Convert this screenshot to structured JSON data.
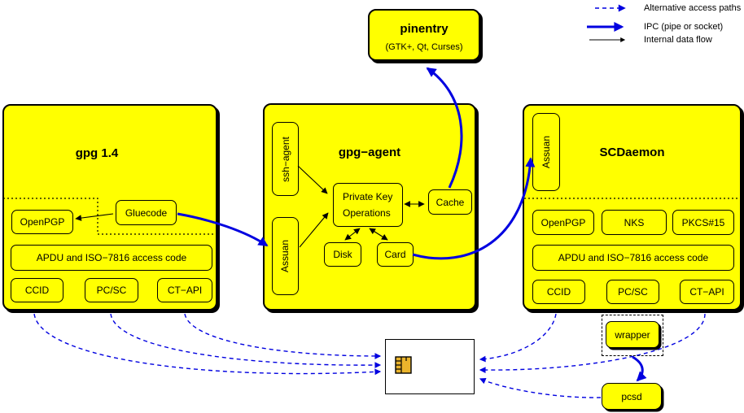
{
  "legend": {
    "items": [
      {
        "label": "Alternative access paths",
        "style": "dashed-blue"
      },
      {
        "label": "IPC (pipe or socket)",
        "style": "solid-blue-thick"
      },
      {
        "label": "Internal data flow",
        "style": "solid-black"
      }
    ]
  },
  "pinentry": {
    "title": "pinentry",
    "subtitle": "(GTK+, Qt, Curses)"
  },
  "gpg14": {
    "title": "gpg 1.4",
    "gluecode": "Gluecode",
    "openpgp": "OpenPGP",
    "apdu": "APDU and ISO−7816 access code",
    "ccid": "CCID",
    "pcsc": "PC/SC",
    "ctapi": "CT−API"
  },
  "gpg_agent": {
    "title": "gpg−agent",
    "ssh_agent": "ssh−agent",
    "assuan": "Assuan",
    "private_key_ops": [
      "Private Key",
      "Operations"
    ],
    "cache": "Cache",
    "disk": "Disk",
    "card": "Card"
  },
  "scdaemon": {
    "title": "SCDaemon",
    "assuan": "Assuan",
    "openpgp": "OpenPGP",
    "nks": "NKS",
    "pkcs15": "PKCS#15",
    "apdu": "APDU and ISO−7816 access code",
    "ccid": "CCID",
    "pcsc": "PC/SC",
    "ctapi": "CT−API"
  },
  "peripherals": {
    "wrapper": "wrapper",
    "pcsd": "pcsd"
  },
  "icons": {
    "chip": "smartcard-chip-icon"
  },
  "colors": {
    "node_fill": "#ffff00",
    "line_blue": "#0000e0",
    "line_black": "#000000",
    "chip_gold": "#eab42c"
  }
}
